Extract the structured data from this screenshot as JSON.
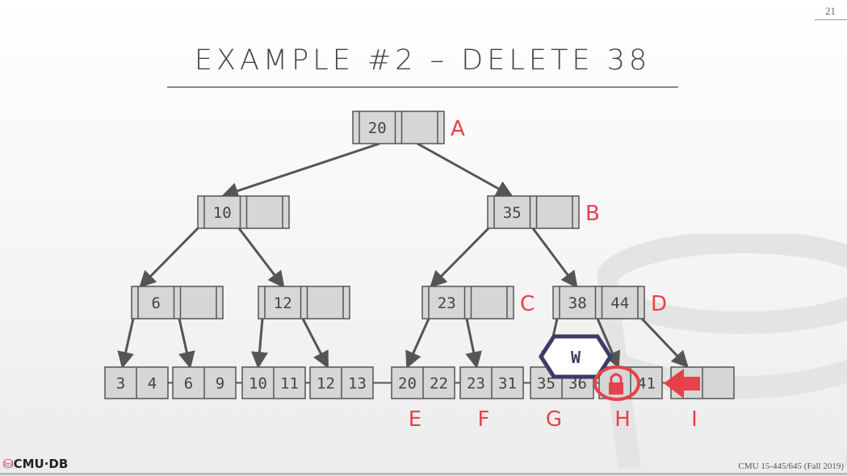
{
  "slide": {
    "number": "21",
    "title": "EXAMPLE #2 – DELETE 38"
  },
  "footer": {
    "logo": "CMU·DB",
    "course": "CMU 15-445/645 (Fall 2019)"
  },
  "colors": {
    "node_fill": "#d6d6d6",
    "node_stroke": "#555555",
    "label": "#e8404a",
    "arrow": "#555555",
    "latch_badge": "#3c3c64"
  },
  "tree": {
    "root": {
      "label": "A",
      "keys": [
        "20",
        ""
      ]
    },
    "level1": [
      {
        "label": "",
        "keys": [
          "10",
          ""
        ]
      },
      {
        "label": "B",
        "keys": [
          "35",
          ""
        ]
      }
    ],
    "level2": [
      {
        "label": "",
        "keys": [
          "6",
          ""
        ]
      },
      {
        "label": "",
        "keys": [
          "12",
          ""
        ]
      },
      {
        "label": "C",
        "keys": [
          "23",
          ""
        ]
      },
      {
        "label": "D",
        "keys": [
          "38",
          "44"
        ]
      }
    ],
    "leaves": [
      {
        "label": "",
        "keys": [
          "3",
          "4"
        ]
      },
      {
        "label": "",
        "keys": [
          "6",
          "9"
        ]
      },
      {
        "label": "",
        "keys": [
          "10",
          "11"
        ]
      },
      {
        "label": "",
        "keys": [
          "12",
          "13"
        ]
      },
      {
        "label": "E",
        "keys": [
          "20",
          "22"
        ]
      },
      {
        "label": "F",
        "keys": [
          "23",
          "31"
        ]
      },
      {
        "label": "G",
        "keys": [
          "35",
          "36"
        ]
      },
      {
        "label": "H",
        "keys": [
          "",
          "41"
        ]
      },
      {
        "label": "I",
        "keys": [
          "",
          ""
        ]
      }
    ]
  },
  "latch": {
    "mode": "W",
    "icon": "lock-icon"
  },
  "pointer": {
    "icon": "arrow-left-icon"
  }
}
